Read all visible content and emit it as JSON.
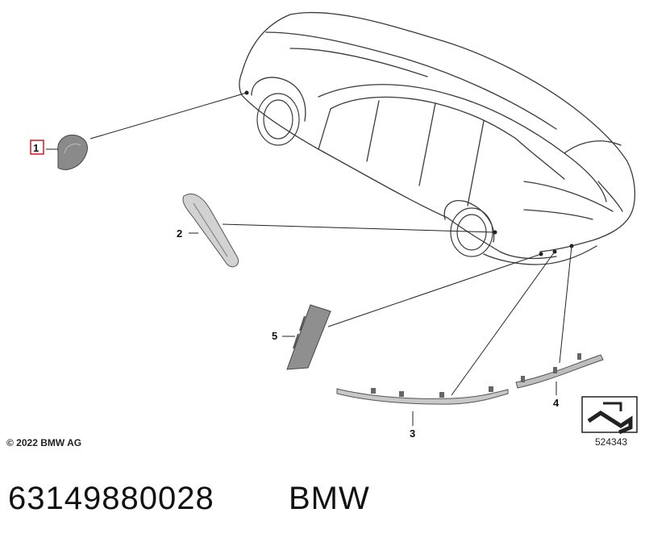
{
  "diagram": {
    "callouts": [
      {
        "id": "1",
        "label": "1",
        "highlighted": true
      },
      {
        "id": "2",
        "label": "2"
      },
      {
        "id": "3",
        "label": "3"
      },
      {
        "id": "4",
        "label": "4"
      },
      {
        "id": "5",
        "label": "5"
      }
    ],
    "copyright": "© 2022 BMW AG",
    "reference_number": "524343",
    "highlight_color": "#e0141e"
  },
  "footer": {
    "part_number": "63149880028",
    "brand": "BMW"
  }
}
